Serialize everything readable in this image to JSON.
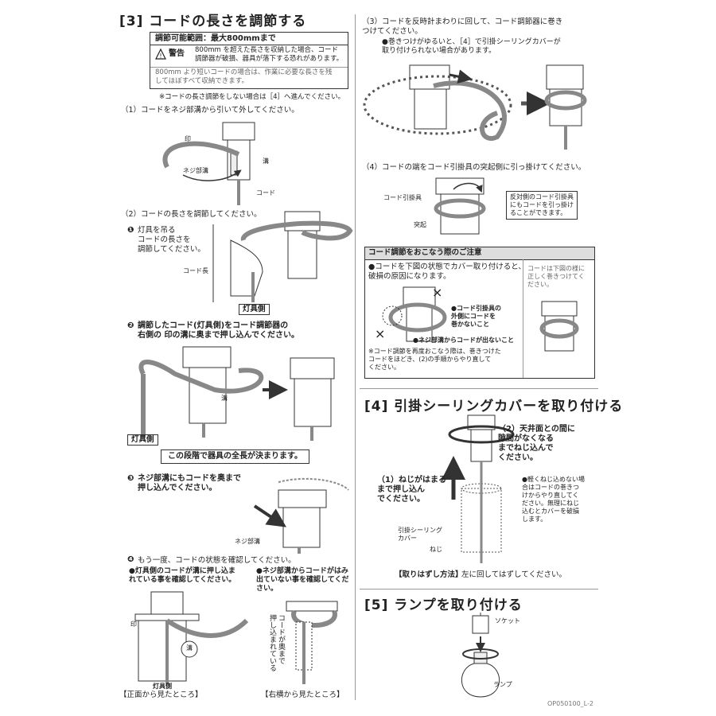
{
  "left": {
    "heading": "[3] コードの長さを調節する",
    "range_label": "調節可能範囲：最大800mmまで",
    "warning_label": "警告",
    "warning_text": "800mm を超えた長さを収納した場合、コード\n調節器が破損、器具が落下する恐れがあります。",
    "short_cord_note": "800mm より短いコードの場合は、作業に必要な長さを残\nしてほぼすべて収納できます。",
    "skip_note": "※コードの長さ調節をしない場合は［4］へ進んでください。",
    "step1": "（1）コードをネジ部溝から引いて外してください。",
    "step1_labels": {
      "mark": "印",
      "groove": "溝",
      "screw_groove": "ネジ部溝",
      "cord": "コード"
    },
    "step2": "（2）コードの長さを調節してください。",
    "step2_1": "灯具を吊る\nコードの長さを\n調節してください。",
    "cord_length": "コード長",
    "lamp_side": "灯具側",
    "step2_2": "調節したコード(灯具側)をコード調節器の\n右側の 印の溝に奥まで押し込んでください。",
    "groove": "溝",
    "lamp_side2": "灯具側",
    "length_decided": "この段階で器具の全長が決まります。",
    "step2_3": "ネジ部溝にもコードを奥まで\n押し込んでください。",
    "screw_groove": "ネジ部溝",
    "step2_4": "もう一度、コードの状態を確認してください。",
    "check_a": "●灯具側のコードが溝に押し込ま\nれている事を確認してください。",
    "check_b": "●ネジ部溝からコードがはみ\n出ていない事を確認してくだ\nさい。",
    "cord_pushed": "コードが奥まで\n押し込まれている",
    "mark": "印",
    "groove_circle": "溝",
    "lamp_side3": "灯具側",
    "front_view": "【正面から見たところ】",
    "side_view": "【右横から見たところ】"
  },
  "right": {
    "step3": "（3）コードを反時計まわりに回して、コード調節器に巻き\nつけてください。",
    "step3_note": "●巻きつけがゆるいと、［4］で引掛シーリングカバーが\n取り付けられない場合があります。",
    "step4": "（4）コードの端をコード引掛具の突起側に引っ掛けてください。",
    "hook_label": "コード引掛具",
    "protrusion": "突起",
    "opposite_note": "反対側のコード引掛具\nにもコードを引っ掛け\nることができます。",
    "caution_title": "コード調節をおこなう際のご注意",
    "caution_text": "●コードを下図の状態でカバー取り付けると、\n破損の原因になります。",
    "caution_side": "コードは下図の様に\n正しく巻きつけてく\nださい。",
    "caution_a": "●コード引掛具の\n外側にコードを\n巻かないこと",
    "caution_b": "●ネジ部溝からコードが出ないこと",
    "caution_footer": "※コード調節を再度おこなう際は、巻きつけた\nコードをほどき、(2)の手順からやり直して\nください。",
    "heading4": "[4] 引掛シーリングカバーを取り付ける",
    "step4_2": "（2）天井面との間に\n隙間がなくなる\nまでねじ込んで\nください。",
    "step4_1": "（1）ねじがはまる\nまで押し込ん\nでください。",
    "tight_note": "●軽くねじ込めない場\n合はコードの巻きつ\nけからやり直してく\nださい。無理にねじ\n込むとカバーを破損\nします。",
    "cover_label": "引掛シーリング\nカバー",
    "screw_label": "ねじ",
    "removal_label": "【取りはずし方法】",
    "removal_text": "左に回してはずしてください。",
    "heading5": "[5] ランプを取り付ける",
    "socket": "ソケット",
    "lamp": "ランプ",
    "doc_code": "OP050100_L-2"
  }
}
